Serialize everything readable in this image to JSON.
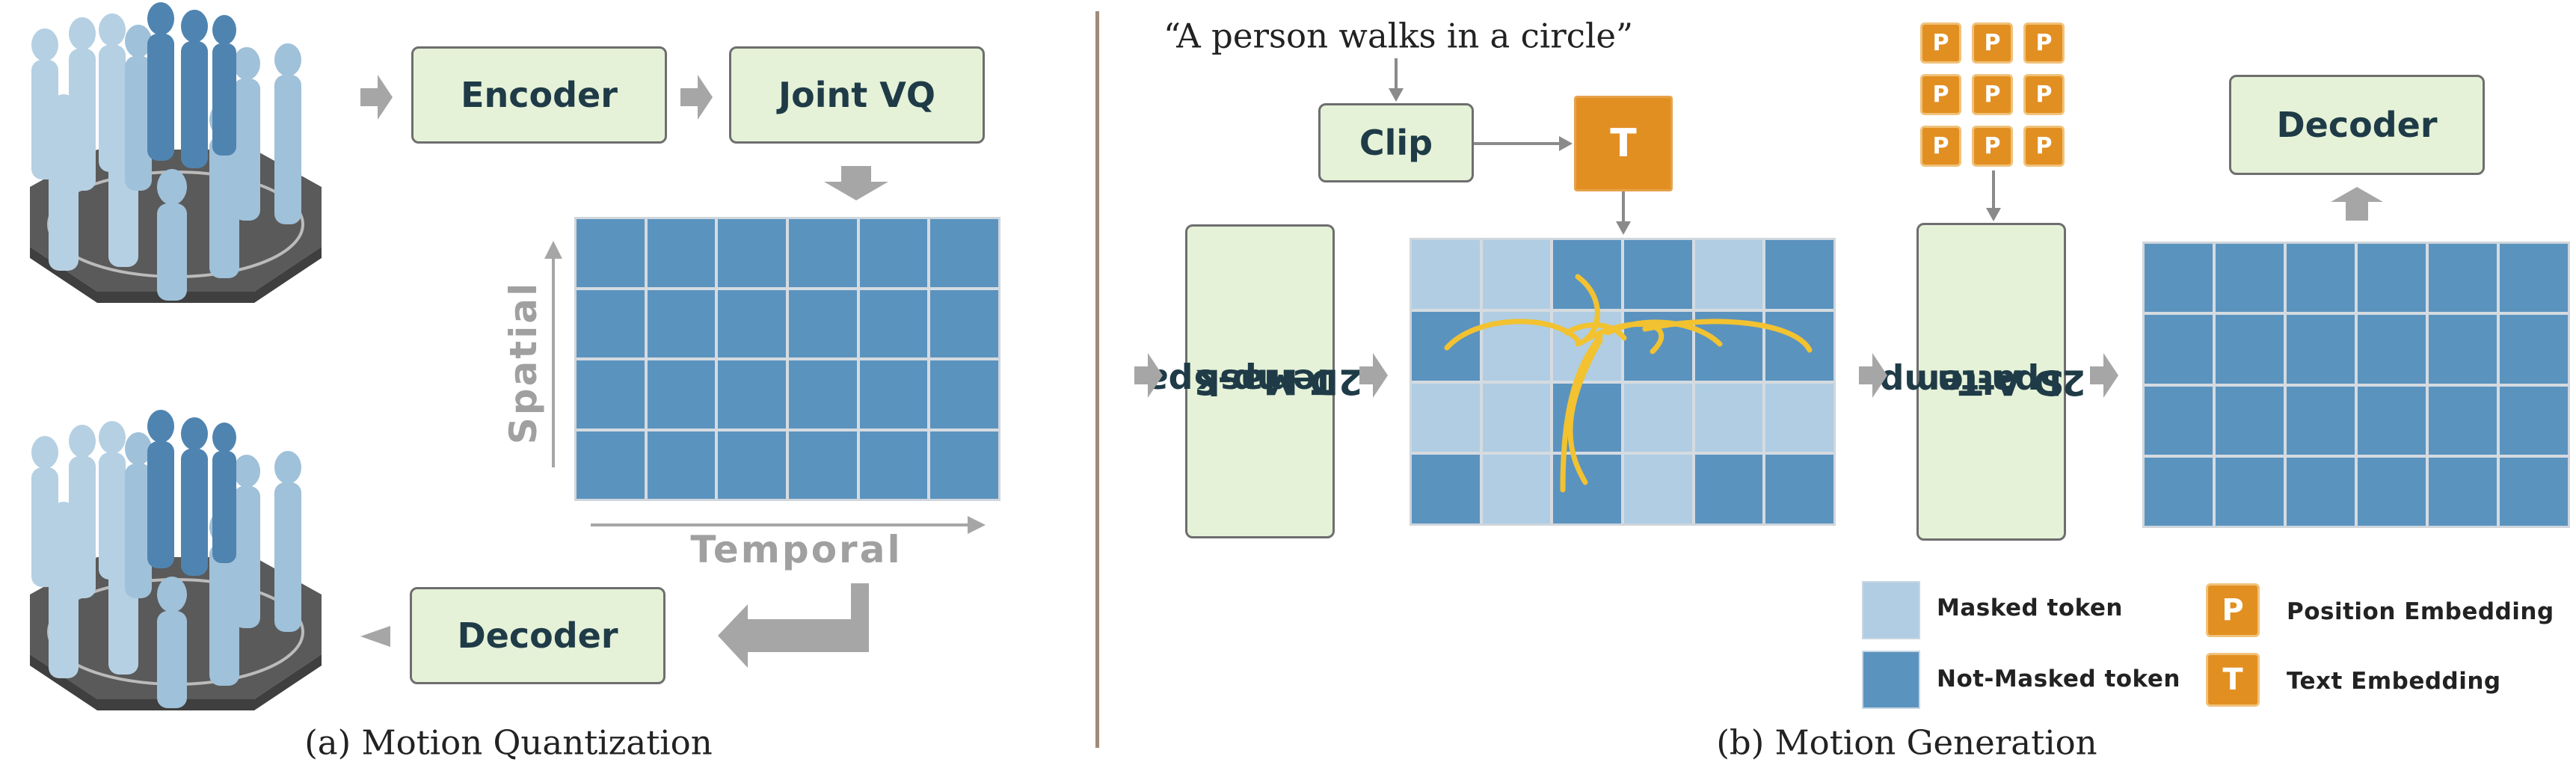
{
  "left_panel": {
    "encoder": "Encoder",
    "joint_vq": "Joint VQ",
    "spatial": "Spatial",
    "temporal": "Temporal",
    "decoder": "Decoder",
    "caption": "(a) Motion Quantization",
    "grid": {
      "rows": 4,
      "cols": 6
    }
  },
  "right_panel": {
    "prompt": "“A person walks in a circle”",
    "clip": "Clip",
    "text_token": "T",
    "position_token": "P",
    "mask_module": [
      "Temp-Spa",
      "2D Mask"
    ],
    "attn_module": [
      "Spa-Temp",
      "2D Attn"
    ],
    "decoder": "Decoder",
    "caption": "(b) Motion Generation",
    "mask_pattern": [
      [
        1,
        1,
        0,
        0,
        1,
        0
      ],
      [
        0,
        1,
        1,
        0,
        0,
        0
      ],
      [
        1,
        1,
        0,
        1,
        1,
        1
      ],
      [
        0,
        1,
        0,
        1,
        0,
        0
      ]
    ],
    "output_grid": {
      "rows": 4,
      "cols": 6
    },
    "position_grid": {
      "rows": 3,
      "cols": 3
    }
  },
  "legend": {
    "masked": "Masked token",
    "not_masked": "Not-Masked token",
    "position": "Position Embedding",
    "text": "Text Embedding"
  },
  "colors": {
    "token_dark": "#5b93bf",
    "token_light": "#b0cde3",
    "module_fill": "#e5f2d8",
    "embedding": "#e28f22",
    "attention_curves": "#f2c230",
    "arrows": "#a6a6a6",
    "divider": "#a08a78"
  }
}
